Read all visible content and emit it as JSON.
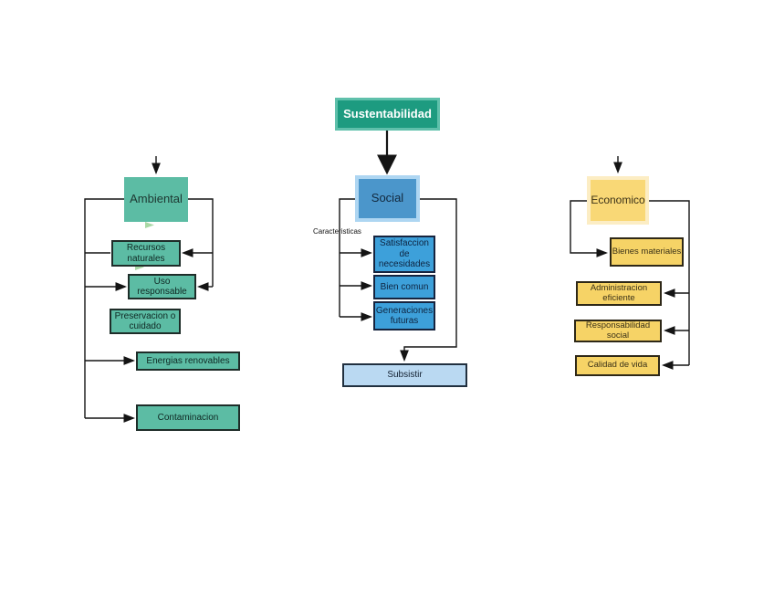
{
  "diagram": {
    "title": {
      "label": "Sustentabilidad"
    },
    "branches": {
      "ambiental": {
        "label": "Ambiental",
        "children": [
          {
            "label": "Recursos naturales"
          },
          {
            "label": "Uso responsable"
          },
          {
            "label": "Preservacion o cuidado"
          },
          {
            "label": "Energias renovables"
          },
          {
            "label": "Contaminacion"
          }
        ]
      },
      "social": {
        "label": "Social",
        "annotation": "Caracteristicas",
        "children": [
          {
            "label": "Satisfaccion de necesidades"
          },
          {
            "label": "Bien comun"
          },
          {
            "label": "Generaciones futuras"
          }
        ],
        "result": {
          "label": "Subsistir"
        }
      },
      "economico": {
        "label": "Economico",
        "children": [
          {
            "label": "Bienes materiales"
          },
          {
            "label": "Administracion eficiente"
          },
          {
            "label": "Responsabilidad social"
          },
          {
            "label": "Calidad de vida"
          }
        ]
      }
    },
    "colors": {
      "root_fill": "#1d9b80",
      "root_border": "#5fc0ab",
      "teal_fill": "#5cbca4",
      "blue_head_fill": "#4b96cb",
      "blue_head_border": "#aed6f2",
      "blue_sub_fill": "#3da0da",
      "blue_light_fill": "#bad9f2",
      "yellow_head_fill": "#f9d876",
      "yellow_head_border": "#fcedc4",
      "yellow_sub_fill": "#f6d366",
      "connector": "#141414",
      "mini_arrow_green": "#a9d8a5"
    }
  }
}
